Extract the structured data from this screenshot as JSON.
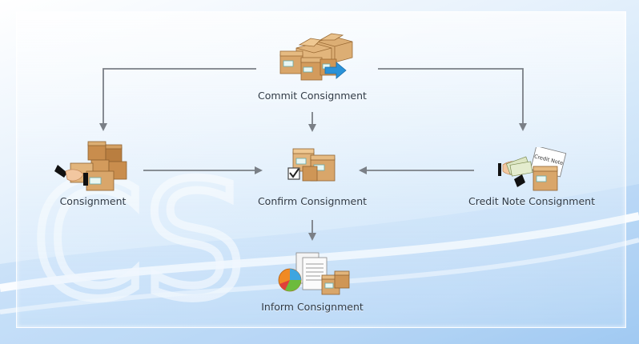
{
  "nodes": {
    "commit": {
      "label": "Commit Consignment",
      "icon": "boxes-dispatch-icon"
    },
    "consignment": {
      "label": "Consignment",
      "icon": "boxes-handshake-icon"
    },
    "confirm": {
      "label": "Confirm Consignment",
      "icon": "boxes-checkbox-icon"
    },
    "credit_note": {
      "label": "Credit Note Consignment",
      "icon": "credit-note-cash-icon",
      "note_text": "Credit Note"
    },
    "inform": {
      "label": "Inform Consignment",
      "icon": "report-chart-boxes-icon"
    }
  },
  "colors": {
    "connector": "#7a7f86",
    "box": "#d9a66a",
    "box_dark": "#b57d3f",
    "accent_blue": "#2a92d8"
  },
  "watermark": "CS"
}
